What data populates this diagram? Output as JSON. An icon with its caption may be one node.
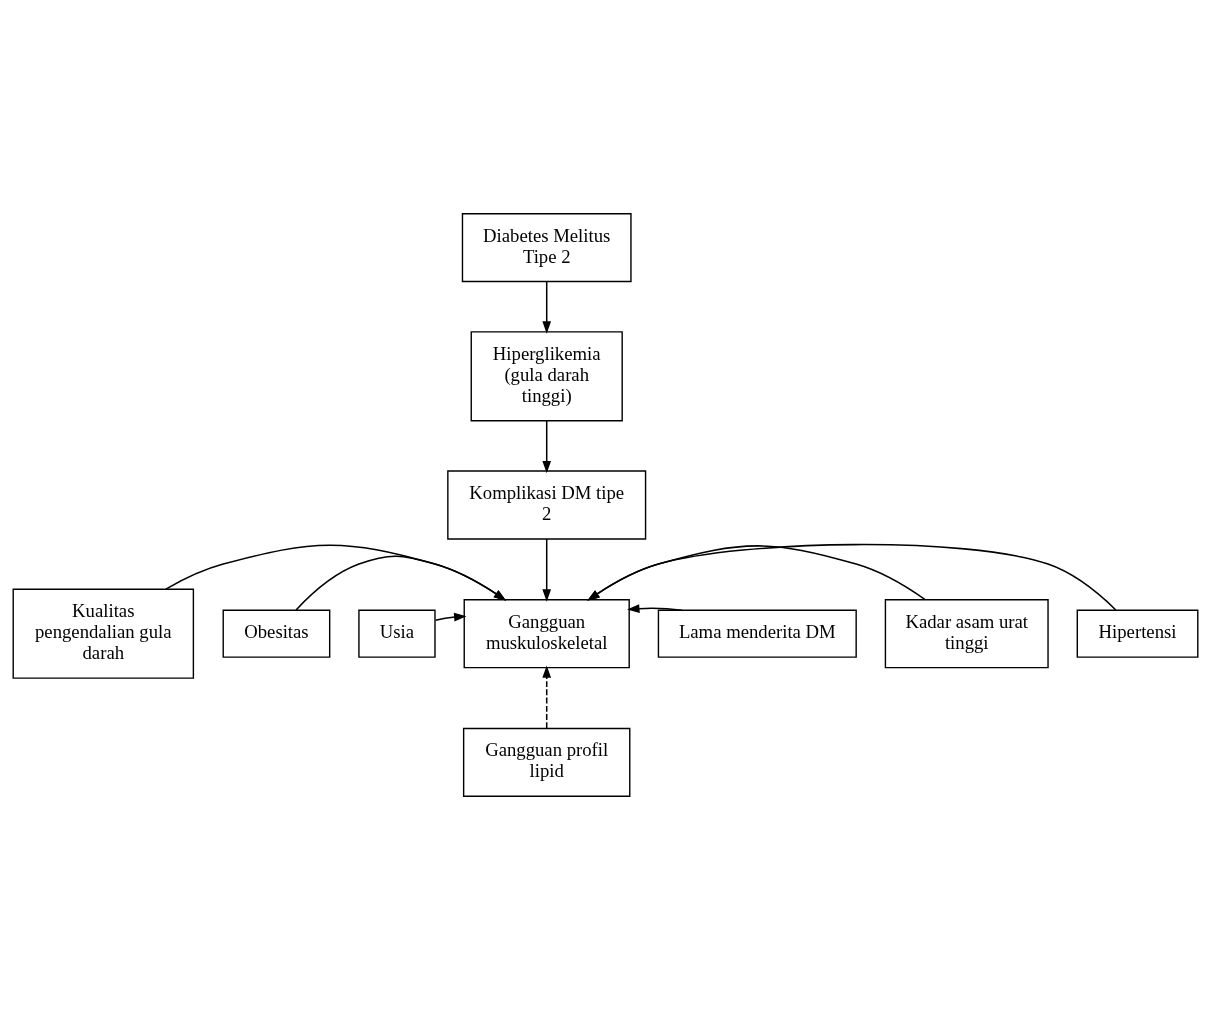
{
  "diagram": {
    "nodes": [
      {
        "text": [
          "Diabetes Melitus Tipe 2"
        ]
      },
      {
        "text": [
          "Hiperglikemia",
          "(gula darah tinggi)"
        ]
      },
      {
        "text": [
          "Komplikasi DM tipe 2"
        ]
      },
      {
        "text": [
          "Kualitas pengendalian gula darah"
        ]
      },
      {
        "text": [
          "Lama menderita DM"
        ]
      },
      {
        "text": [
          "Gangguan muskuloskeletal"
        ]
      },
      {
        "text": [
          "Obesitas"
        ]
      },
      {
        "text": [
          "Kadar asam urat tinggi"
        ]
      },
      {
        "text": [
          "Usia"
        ]
      },
      {
        "text": [
          "Hipertensi"
        ]
      },
      {
        "text": [
          "Gangguan profil lipid"
        ]
      }
    ],
    "edges": [
      {
        "from": 0,
        "to": 1,
        "arrow": "to"
      },
      {
        "from": 1,
        "to": 2,
        "arrow": "to"
      },
      {
        "from": 2,
        "to": 5,
        "arrow": "to"
      },
      {
        "from": 3,
        "to": 5,
        "arrow": "to"
      },
      {
        "from": 6,
        "to": 5,
        "arrow": "to"
      },
      {
        "from": 8,
        "to": 5,
        "arrow": "to"
      },
      {
        "from": 4,
        "to": 5,
        "arrow": "to"
      },
      {
        "from": 7,
        "to": 5,
        "arrow": "to"
      },
      {
        "from": 9,
        "to": 5,
        "arrow": "to"
      },
      {
        "from": 10,
        "to": 5,
        "arrow": "to",
        "style": "dashed"
      }
    ]
  }
}
